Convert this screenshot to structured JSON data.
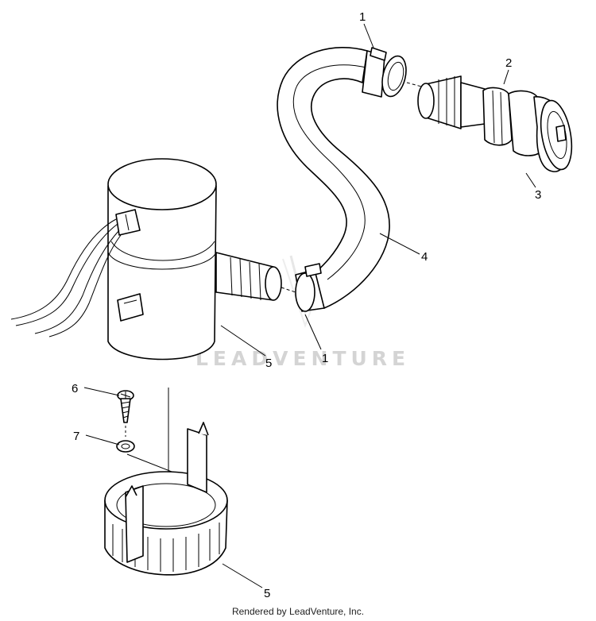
{
  "callouts": {
    "c1_top": "1",
    "c2": "2",
    "c3": "3",
    "c4": "4",
    "c1_mid": "1",
    "c5_pump": "5",
    "c6": "6",
    "c7": "7",
    "c5_base": "5"
  },
  "watermark": "LEADVENTURE",
  "footer": "Rendered by LeadVenture, Inc."
}
